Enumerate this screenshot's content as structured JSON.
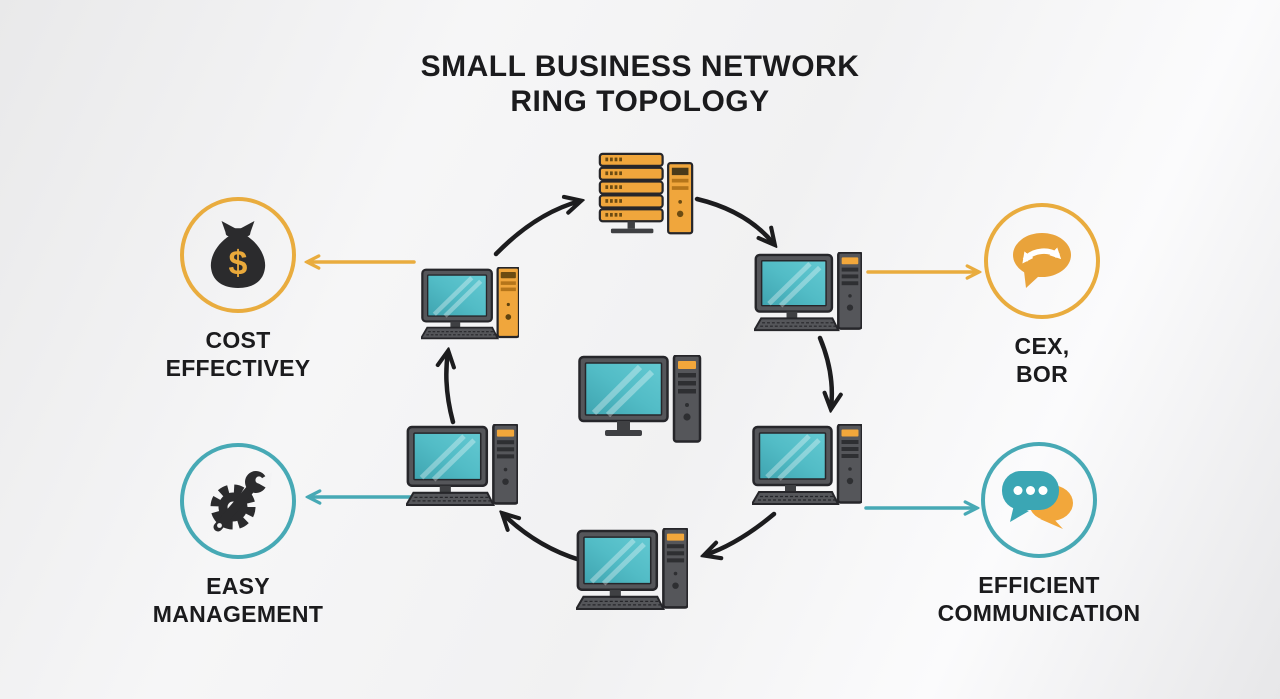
{
  "title": {
    "line1": "SMALL BUSINESS NETWORK",
    "line2": "RING TOPOLOGY"
  },
  "callouts": {
    "cost_effective": {
      "label_line1": "COST",
      "label_line2": "EFFECTIVEY",
      "icon": "money-bag-icon",
      "accent": "#E9AC3E",
      "glyph": "$"
    },
    "cex_bor": {
      "label_line1": "CEX,",
      "label_line2": "BOR",
      "icon": "chat-sync-icon",
      "accent": "#E9AC3E"
    },
    "easy_management": {
      "label_line1": "EASY",
      "label_line2": "MANAGEMENT",
      "icon": "gear-wrench-icon",
      "accent": "#47A9B5"
    },
    "efficient_communication": {
      "label_line1": "EFFICIENT",
      "label_line2": "COMMUNICATION",
      "icon": "chat-bubbles-icon",
      "accent": "#47A9B5"
    }
  },
  "diagram": {
    "type": "ring-topology",
    "nodes": [
      "server",
      "workstation-upper-right",
      "workstation-lower-right",
      "workstation-bottom",
      "workstation-lower-left",
      "workstation-upper-left",
      "workstation-center"
    ],
    "ring_flow": [
      "workstation-upper-left → server",
      "server → workstation-upper-right",
      "workstation-upper-right → workstation-lower-right",
      "workstation-lower-right → workstation-bottom",
      "workstation-bottom → workstation-lower-left",
      "workstation-lower-left → workstation-upper-left"
    ]
  },
  "colors": {
    "background": "#F2F2F3",
    "text": "#1B1B1D",
    "ring_arrow": "#1C1C1E",
    "accent_yellow": "#E9AC3E",
    "accent_teal": "#47A9B5",
    "screen_teal": "#4DB6C0",
    "device_gray": "#55565A",
    "device_orange": "#F0A63C"
  }
}
